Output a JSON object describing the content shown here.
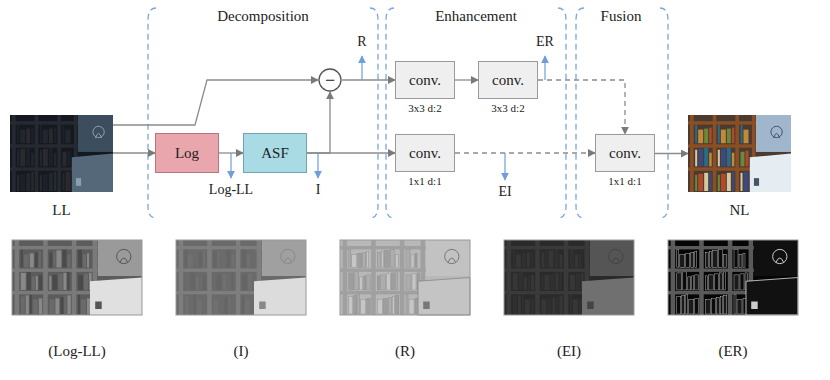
{
  "diagram": {
    "nodes": [
      {
        "text": [
          "LL"
        ]
      },
      {
        "text": [
          "Log"
        ]
      },
      {
        "text": [
          "ASF"
        ]
      },
      {
        "text": [
          "−"
        ]
      },
      {
        "text": [
          "conv.",
          "3x3 d:2"
        ]
      },
      {
        "text": [
          "conv.",
          "3x3 d:2"
        ]
      },
      {
        "text": [
          "conv.",
          "1x1 d:1"
        ]
      },
      {
        "text": [
          "conv.",
          "1x1 d:1"
        ]
      },
      {
        "text": [
          "NL"
        ]
      }
    ],
    "edges": [
      {
        "from": 0,
        "to": 1,
        "arrow": "to"
      },
      {
        "from": 1,
        "to": 2,
        "arrow": "to"
      },
      {
        "from": 0,
        "to": 3,
        "arrow": "to"
      },
      {
        "from": 2,
        "to": 3,
        "arrow": "to"
      },
      {
        "from": 3,
        "to": 4,
        "arrow": "to"
      },
      {
        "from": 4,
        "to": 5,
        "arrow": "to"
      },
      {
        "from": 2,
        "to": 6,
        "arrow": "to"
      },
      {
        "from": 5,
        "to": 7,
        "arrow": "to"
      },
      {
        "from": 6,
        "to": 7,
        "arrow": "to"
      },
      {
        "from": 7,
        "to": 8,
        "arrow": "to"
      }
    ],
    "labels": [
      "Decomposition",
      "Enhancement",
      "Fusion",
      "R",
      "Log-LL",
      "I",
      "ER",
      "EI",
      "(Log-LL)",
      "(I)",
      "(R)",
      "(EI)",
      "(ER)"
    ]
  }
}
